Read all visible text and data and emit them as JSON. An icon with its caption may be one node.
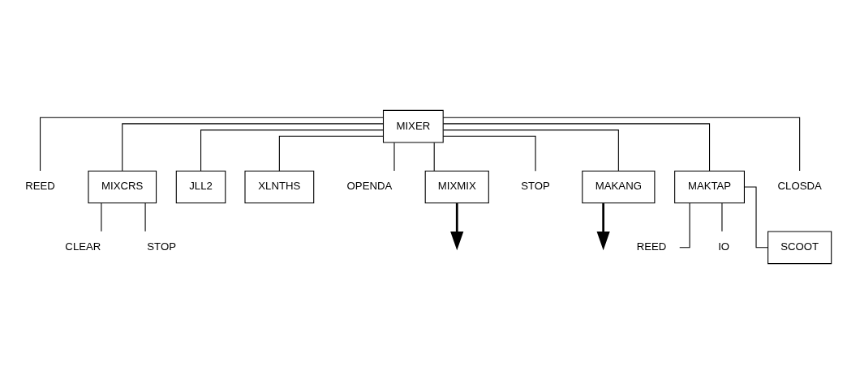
{
  "diagram": {
    "nodes": [
      {
        "text": [
          "MIXER"
        ]
      },
      {
        "text": [
          "REED"
        ]
      },
      {
        "text": [
          "MIXCRS"
        ]
      },
      {
        "text": [
          "CLEAR"
        ]
      },
      {
        "text": [
          "STOP"
        ]
      },
      {
        "text": [
          "JLL2"
        ]
      },
      {
        "text": [
          "XLNTHS"
        ]
      },
      {
        "text": [
          "OPENDA"
        ]
      },
      {
        "text": [
          "MIXMIX"
        ]
      },
      {
        "text": [
          "STOP"
        ]
      },
      {
        "text": [
          "MAKANG"
        ]
      },
      {
        "text": [
          "MAKTAP"
        ]
      },
      {
        "text": [
          "REED"
        ]
      },
      {
        "text": [
          "IO"
        ]
      },
      {
        "text": [
          "SCOOT"
        ]
      },
      {
        "text": [
          "CLOSDA"
        ]
      }
    ],
    "edges": [
      {
        "from": 0,
        "to": 1,
        "arrow": "none"
      },
      {
        "from": 0,
        "to": 2,
        "arrow": "none"
      },
      {
        "from": 2,
        "to": 3,
        "arrow": "none"
      },
      {
        "from": 2,
        "to": 4,
        "arrow": "none"
      },
      {
        "from": 0,
        "to": 5,
        "arrow": "none"
      },
      {
        "from": 0,
        "to": 6,
        "arrow": "none"
      },
      {
        "from": 0,
        "to": 7,
        "arrow": "none"
      },
      {
        "from": 0,
        "to": 8,
        "arrow": "none"
      },
      {
        "from": 8,
        "to": null,
        "arrow": "to",
        "style": "thick"
      },
      {
        "from": 0,
        "to": 9,
        "arrow": "none"
      },
      {
        "from": 0,
        "to": 10,
        "arrow": "none"
      },
      {
        "from": 10,
        "to": null,
        "arrow": "to",
        "style": "thick"
      },
      {
        "from": 0,
        "to": 11,
        "arrow": "none"
      },
      {
        "from": 11,
        "to": 12,
        "arrow": "none"
      },
      {
        "from": 11,
        "to": 13,
        "arrow": "none"
      },
      {
        "from": 11,
        "to": 14,
        "arrow": "none"
      },
      {
        "from": 0,
        "to": 15,
        "arrow": "none"
      }
    ]
  }
}
